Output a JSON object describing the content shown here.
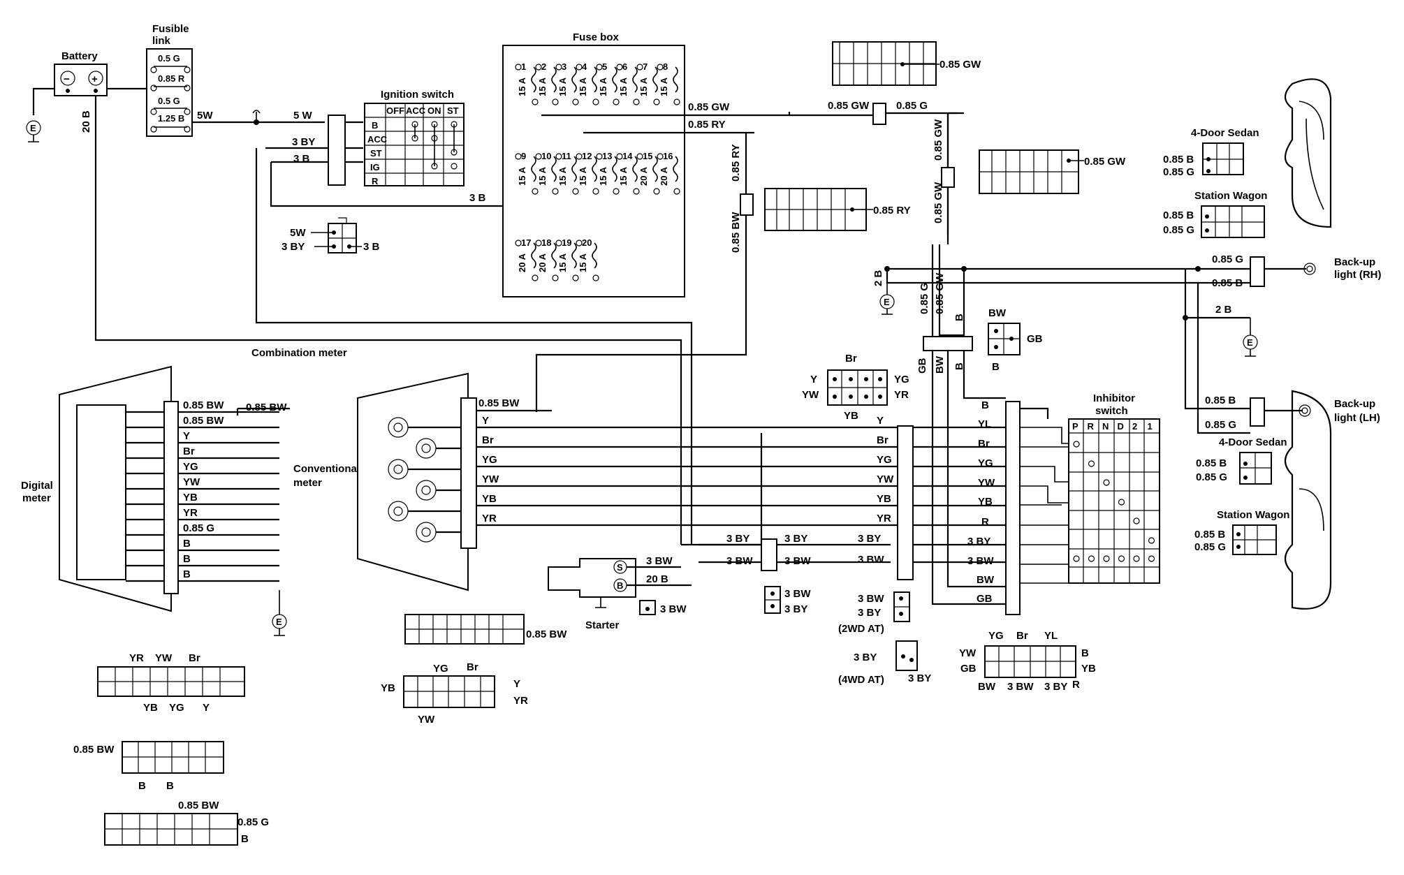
{
  "labels": {
    "battery": "Battery",
    "fusible_link_1": "Fusible",
    "fusible_link_2": "link",
    "fuse_box": "Fuse box",
    "ignition_switch": "Ignition switch",
    "combination_meter": "Combination meter",
    "digital_meter_1": "Digital",
    "digital_meter_2": "meter",
    "conventional_meter_1": "Conventional",
    "conventional_meter_2": "meter",
    "starter": "Starter",
    "inhibitor_switch_1": "Inhibitor",
    "inhibitor_switch_2": "switch",
    "backup_rh_1": "Back-up",
    "backup_rh_2": "light (RH)",
    "backup_lh_1": "Back-up",
    "backup_lh_2": "light (LH)",
    "four_door_sedan": "4-Door Sedan",
    "station_wagon": "Station Wagon",
    "two_wd_at": "(2WD AT)",
    "four_wd_at": "(4WD AT)"
  },
  "fusible_link": [
    "0.5 G",
    "0.85 R",
    "0.5 G",
    "1.25 B"
  ],
  "ignition_switch": {
    "columns": [
      "OFF",
      "ACC",
      "ON",
      "ST"
    ],
    "rows": [
      "B",
      "ACC",
      "ST",
      "IG",
      "R"
    ]
  },
  "fuse_box": {
    "row1": {
      "numbers": [
        "1",
        "2",
        "3",
        "4",
        "5",
        "6",
        "7",
        "8"
      ],
      "ratings": [
        "15 A",
        "15 A",
        "15 A",
        "15 A",
        "15 A",
        "15 A",
        "15 A",
        "15 A"
      ]
    },
    "row2": {
      "numbers": [
        "9",
        "10",
        "11",
        "12",
        "13",
        "14",
        "15",
        "16"
      ],
      "ratings": [
        "15 A",
        "15 A",
        "15 A",
        "15 A",
        "15 A",
        "15 A",
        "20 A",
        "20 A"
      ]
    },
    "row3": {
      "numbers": [
        "17",
        "18",
        "19",
        "20"
      ],
      "ratings": [
        "20 A",
        "20 A",
        "15 A",
        "15 A"
      ]
    }
  },
  "inhibitor_positions": [
    "P",
    "R",
    "N",
    "D",
    "2",
    "1"
  ],
  "wires": {
    "w5": "5 W",
    "w5b": "5W",
    "by3": "3 BY",
    "b3": "3 B",
    "b20": "20 B",
    "gw085": "0.85 GW",
    "g085": "0.85 G",
    "ry085": "0.85 RY",
    "bw085": "0.85 BW",
    "y": "Y",
    "br": "Br",
    "yg": "YG",
    "yw": "YW",
    "yb": "YB",
    "yr": "YR",
    "yl": "YL",
    "r": "R",
    "b": "B",
    "bw": "BW",
    "gb": "GB",
    "bw3": "3 BW",
    "b2": "2 B",
    "b085": "0.85 B",
    "b085bw": "0.85 BW"
  },
  "symbols": {
    "earth": "E",
    "s": "S",
    "b": "B",
    "minus": "−",
    "plus": "+"
  },
  "icons": [
    "earth-ground-icon",
    "bulb-icon",
    "connector-icon",
    "fuse-icon"
  ]
}
